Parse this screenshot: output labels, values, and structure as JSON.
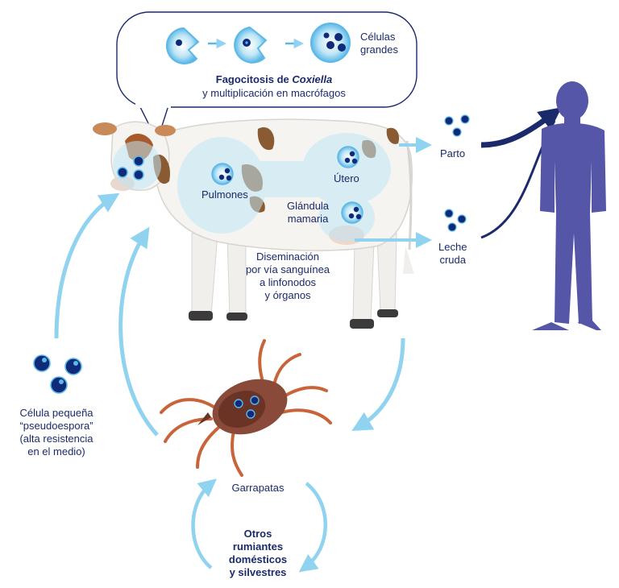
{
  "bubble": {
    "title_prefix": "Fagocitosis de ",
    "title_italic": "Coxiella",
    "subtitle": "y multiplicación en macrófagos",
    "cells_label_1": "Células",
    "cells_label_2": "grandes"
  },
  "organs": {
    "lungs": "Pulmones",
    "uterus": "Útero",
    "gland_1": "Glándula",
    "gland_2": "mamaria"
  },
  "dissemination": [
    "Diseminación",
    "por vía sanguínea",
    "a linfonodos",
    "y órganos"
  ],
  "routes": {
    "birth": "Parto",
    "milk_1": "Leche",
    "milk_2": "cruda"
  },
  "small_cell": [
    "Célula pequeña",
    "“pseudoespora”",
    "(alta resistencia",
    "en el medio)"
  ],
  "ticks": "Garrapatas",
  "ruminants": [
    "Otros",
    "rumiantes",
    "domésticos",
    "y silvestres"
  ],
  "colors": {
    "arrow": "#8fd3f0",
    "navy": "#1b2a6b",
    "human": "#5656a8",
    "cell_dark": "#102a7a",
    "cell_light": "#5bb8e8",
    "organ_glow": "#bfe6f5",
    "tick_body": "#8a4a3a",
    "tick_legs": "#c8643a"
  }
}
